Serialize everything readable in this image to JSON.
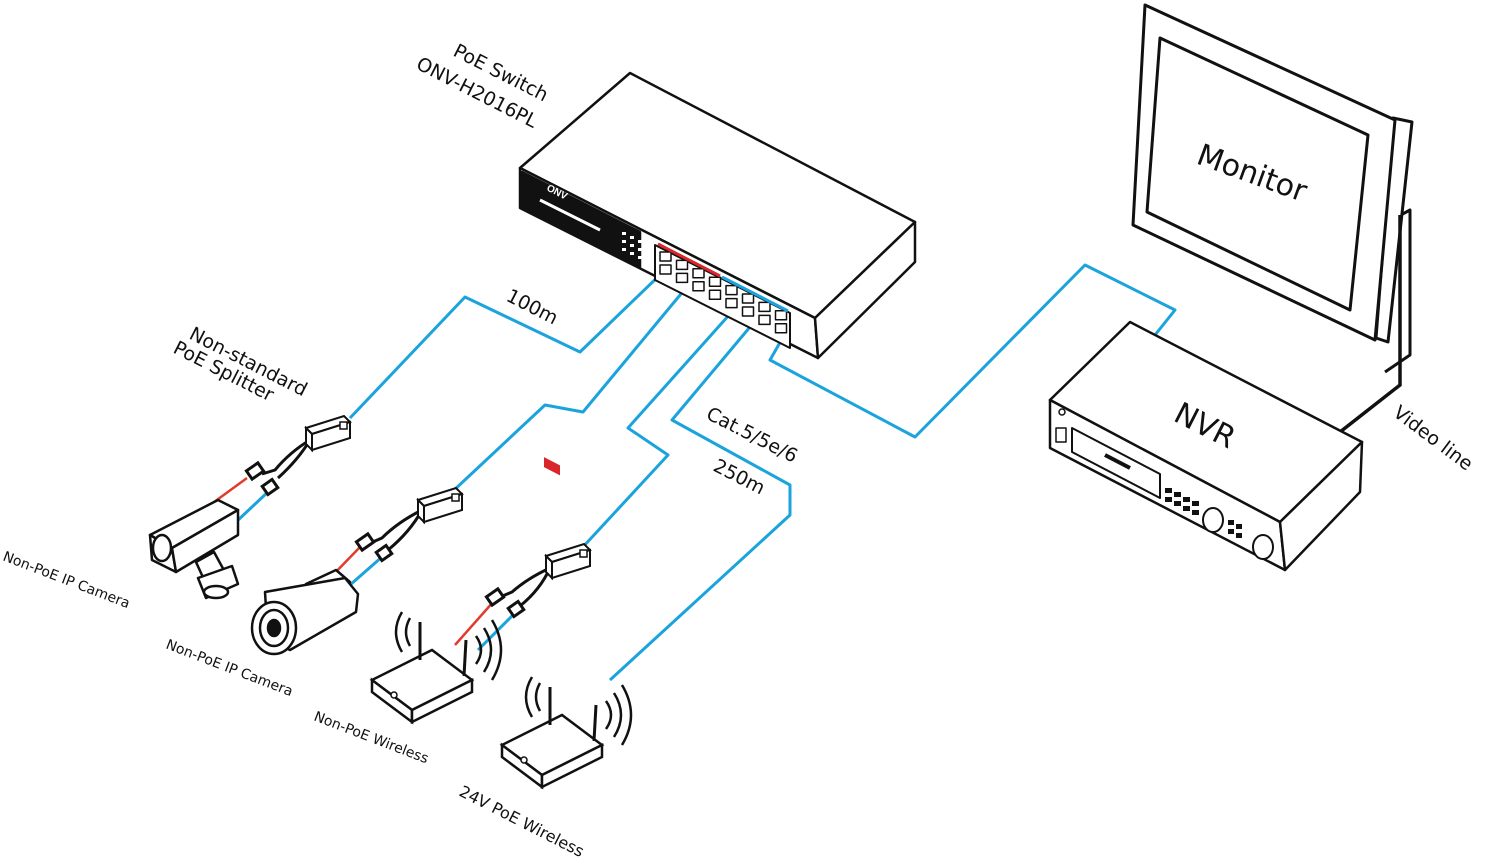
{
  "colors": {
    "cable": "#1aa3dd",
    "ink": "#111111",
    "power": "#e23b2e",
    "switch_accent": "#d8262b"
  },
  "switch": {
    "title_line1": "PoE  Switch",
    "title_line2": "ONV-H2016PL",
    "logo": "ONV"
  },
  "devices": {
    "monitor": "Monitor",
    "nvr": "NVR",
    "video_line": "Video line",
    "splitter": {
      "line1": "Non-standard",
      "line2": "PoE Splitter"
    },
    "camera1": "Non-PoE IP Camera",
    "camera2": "Non-PoE IP Camera",
    "wireless1": "Non-PoE Wireless",
    "wireless2": "24V PoE Wireless"
  },
  "distances": {
    "short": "100m",
    "cable_type": "Cat.5/5e/6",
    "long": "250m"
  }
}
